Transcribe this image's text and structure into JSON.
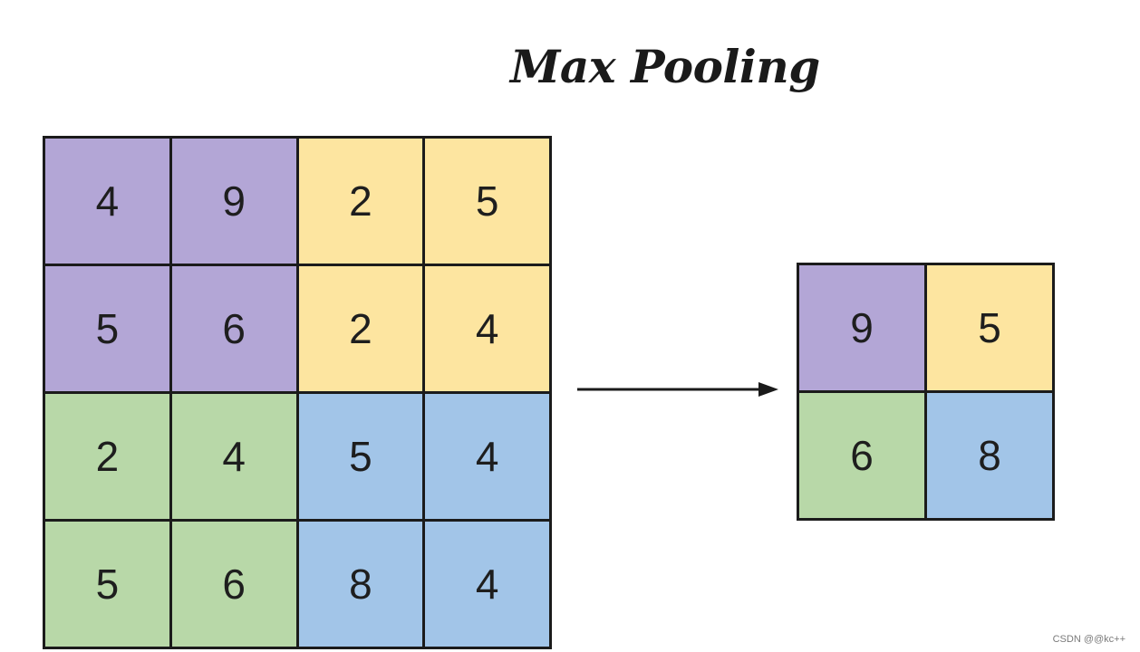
{
  "title": "Max Pooling",
  "input_grid": {
    "rows": [
      [
        4,
        9,
        2,
        5
      ],
      [
        5,
        6,
        2,
        4
      ],
      [
        2,
        4,
        5,
        4
      ],
      [
        5,
        6,
        8,
        4
      ]
    ]
  },
  "output_grid": {
    "rows": [
      [
        9,
        5
      ],
      [
        6,
        8
      ]
    ]
  },
  "quadrant_colors": {
    "top_left": "#b3a6d6",
    "top_right": "#fde5a0",
    "bottom_left": "#b8d8a8",
    "bottom_right": "#a2c5e8"
  },
  "watermark": "CSDN @@kc++"
}
